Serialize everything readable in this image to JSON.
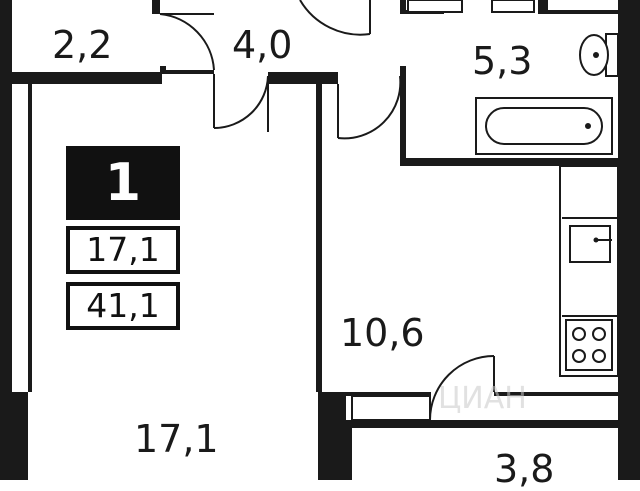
{
  "rooms": {
    "hall": {
      "area": "2,2"
    },
    "corridor": {
      "area": "4,0"
    },
    "bathroom": {
      "area": "5,3"
    },
    "kitchen": {
      "area": "10,6"
    },
    "living_room": {
      "area": "17,1"
    },
    "loggia": {
      "area": "3,8"
    }
  },
  "badge": {
    "rooms_count": "1",
    "living_area": "17,1",
    "total_area": "41,1"
  },
  "watermark": {
    "text": "ЦИАН"
  },
  "colors": {
    "wall": "#1a1a1a",
    "background": "#ffffff",
    "badge_fill": "#111111"
  },
  "icons": [
    "bathtub-icon",
    "toilet-icon",
    "sink-icon",
    "stove-icon"
  ]
}
